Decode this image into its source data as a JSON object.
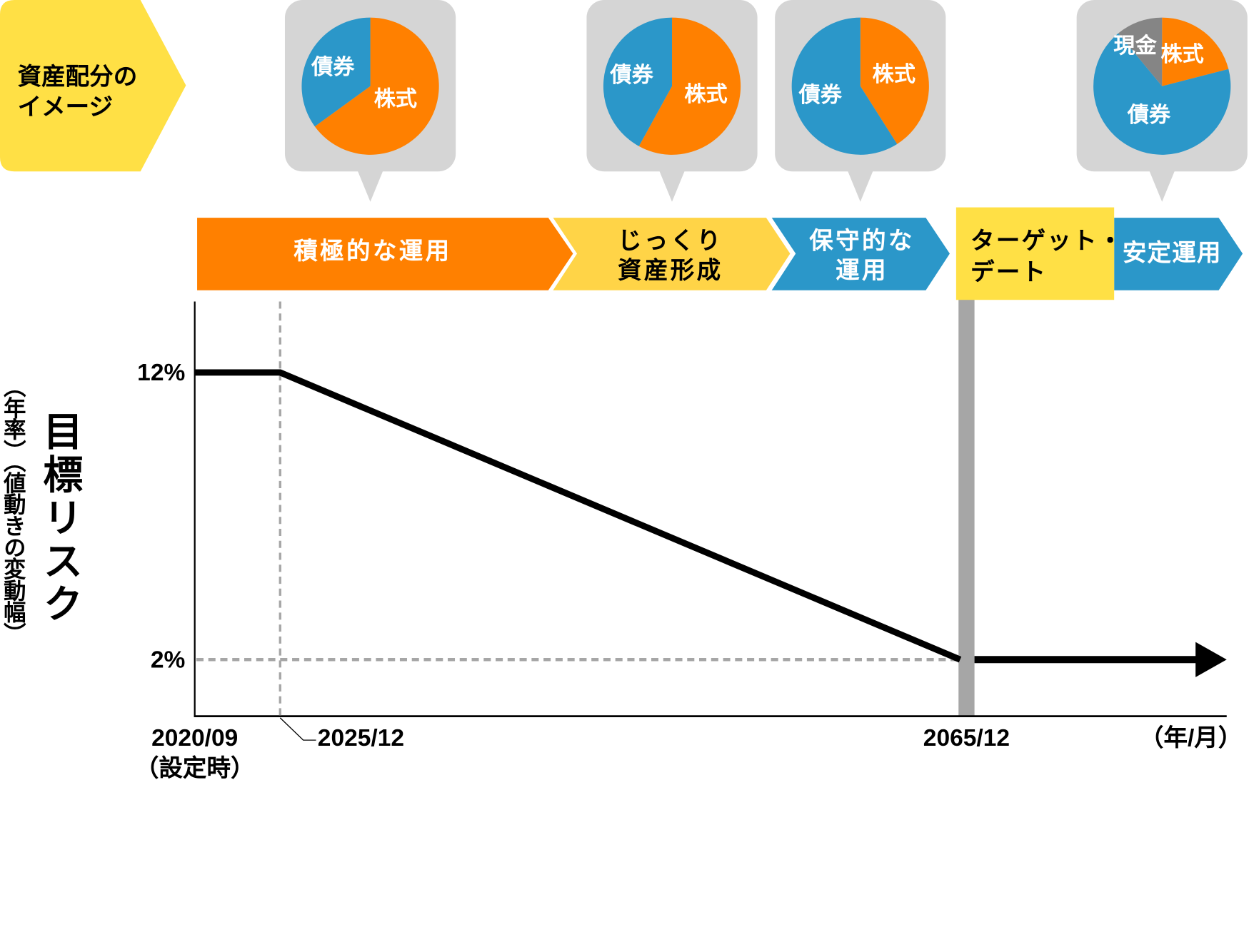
{
  "title_label": "資産配分の\nイメージ",
  "colors": {
    "stocks": "#FF8000",
    "bonds": "#2B97C9",
    "cash": "#858585",
    "bubble": "#D5D5D5",
    "yellow": "#FFE045",
    "yellow2": "#FFD447",
    "target_bar": "#A6A6A6"
  },
  "allocations": [
    {
      "slices": [
        {
          "label": "株式",
          "pct": 65,
          "color": "#FF8000"
        },
        {
          "label": "債券",
          "pct": 35,
          "color": "#2B97C9"
        }
      ]
    },
    {
      "slices": [
        {
          "label": "株式",
          "pct": 58,
          "color": "#FF8000"
        },
        {
          "label": "債券",
          "pct": 42,
          "color": "#2B97C9"
        }
      ]
    },
    {
      "slices": [
        {
          "label": "株式",
          "pct": 41,
          "color": "#FF8000"
        },
        {
          "label": "債券",
          "pct": 59,
          "color": "#2B97C9"
        }
      ]
    },
    {
      "slices": [
        {
          "label": "株式",
          "pct": 21,
          "color": "#FF8000"
        },
        {
          "label": "債券",
          "pct": 68,
          "color": "#2B97C9"
        },
        {
          "label": "現金",
          "pct": 11,
          "color": "#858585"
        }
      ]
    }
  ],
  "phases": [
    "積極的な運用",
    "じっくり\n資産形成",
    "保守的な\n運用",
    "ターゲット・\nデート",
    "安定運用"
  ],
  "chart_data": {
    "type": "line",
    "title": "",
    "ylabel_main": "目標リスク",
    "ylabel_sub": "（年率）（値動きの変動幅）",
    "xlabel": "（年/月）",
    "x": [
      "2020/09",
      "2025/12",
      "2065/12"
    ],
    "x_notes": [
      "（設定時）",
      "",
      ""
    ],
    "y": [
      12,
      12,
      2
    ],
    "y_after_target": 2,
    "yticks": [
      "12%",
      "2%"
    ],
    "ytick_values": [
      12,
      2
    ],
    "target_date": "2065/12"
  }
}
